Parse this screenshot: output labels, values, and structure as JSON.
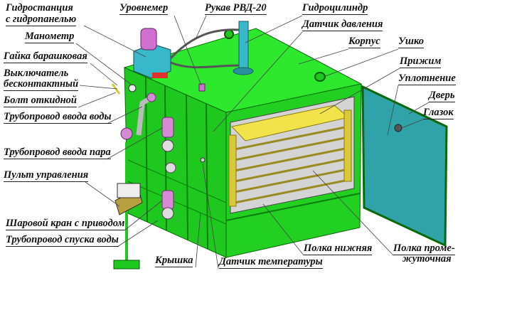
{
  "colors": {
    "body_green": "#22dd22",
    "dark_green": "#119911",
    "door_teal": "#2fa3a8",
    "shelf_yellow": "#f2e34a",
    "hydro_cyan": "#38b8c8",
    "motor_pink": "#d070d0",
    "interior_grey": "#d0d0d0"
  },
  "labels": {
    "hydrostation_1": "Гидростанция",
    "hydrostation_2": "с гидропанелью",
    "level_gauge": "Уровнемер",
    "hose": "Рукав РВД-20",
    "hydrocylinder": "Гидроцилиндр",
    "pressure_sensor": "Датчик давления",
    "body": "Корпус",
    "eye": "Ушко",
    "clamp": "Прижим",
    "seal": "Уплотнение",
    "door": "Дверь",
    "peephole": "Глазок",
    "manometer": "Манометр",
    "wing_nut": "Гайка барашковая",
    "switch_1": "Выключатель",
    "switch_2": "бесконтактный",
    "swing_bolt": "Болт откидной",
    "water_inlet": "Трубопровод ввода воды",
    "steam_inlet": "Трубопровод ввода пара",
    "control_panel": "Пульт управления",
    "ball_valve": "Шаровой кран с приводом",
    "water_drain": "Трубопровод спуска воды",
    "cover": "Крышка",
    "temp_sensor": "Датчик температуры",
    "bottom_shelf": "Полка нижняя",
    "mid_shelf_1": "Полка проме-",
    "mid_shelf_2": "жуточная"
  }
}
